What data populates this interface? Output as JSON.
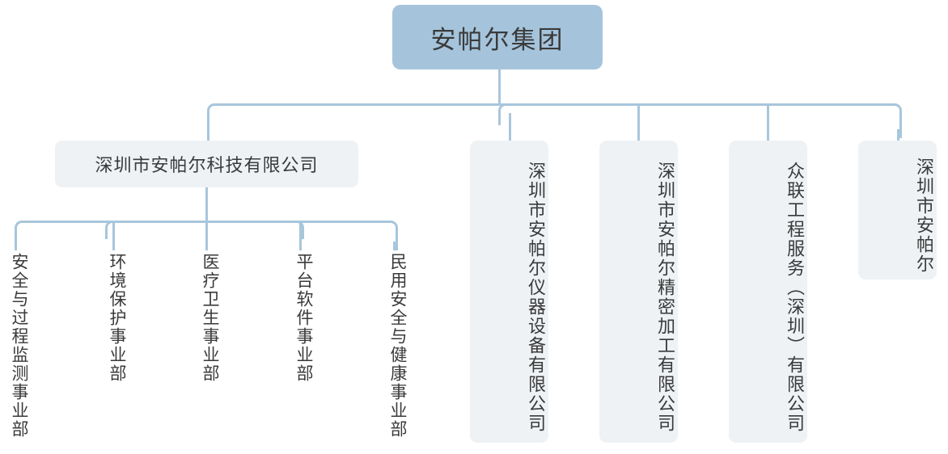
{
  "diagram": {
    "title_text": "安帕尔集团",
    "type": "organization-chart",
    "colors": {
      "root_fill": "#a5c4dc",
      "node_fill": "#eef2f5",
      "connector": "#a8c6dc",
      "text": "#3a3a3a",
      "background": "#ffffff"
    }
  },
  "root": {
    "label": "安帕尔集团"
  },
  "level2": [
    {
      "label": "深圳市安帕尔科技有限公司",
      "orientation": "horizontal"
    },
    {
      "label": "深圳市安帕尔仪器设备有限公司",
      "orientation": "vertical"
    },
    {
      "label": "深圳市安帕尔精密加工有限公司",
      "orientation": "vertical"
    },
    {
      "label": "众联工程服务（深圳）有限公司",
      "orientation": "vertical"
    },
    {
      "label": "深圳市安帕尔",
      "orientation": "vertical"
    }
  ],
  "divisions": [
    {
      "label": "安全与过程监测事业部"
    },
    {
      "label": "环境保护事业部"
    },
    {
      "label": "医疗卫生事业部"
    },
    {
      "label": "平台软件事业部"
    },
    {
      "label": "民用安全与健康事业部"
    }
  ]
}
